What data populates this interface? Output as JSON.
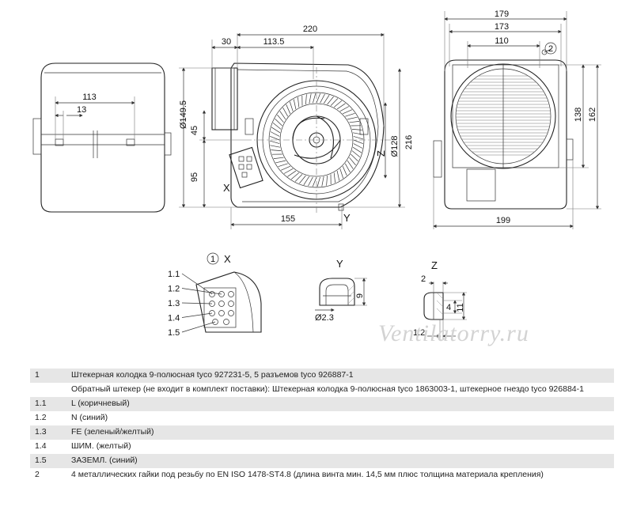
{
  "dimensions": {
    "side": {
      "d113": "113",
      "d13": "13"
    },
    "front": {
      "d30": "30",
      "d220": "220",
      "d113_5": "113.5",
      "d149_5": "Ø149.5",
      "d45": "45",
      "d95": "95",
      "d128": "Ø128",
      "d216": "216",
      "d155": "155"
    },
    "end": {
      "d179": "179",
      "d173": "173",
      "d110": "110",
      "d138": "138",
      "d162": "162",
      "d199": "199"
    },
    "details": {
      "d2_3": "Ø2.3",
      "d9": "9",
      "d2": "2",
      "d4": "4",
      "d11": "11",
      "d1_2": "1.2"
    }
  },
  "view_labels": {
    "x": "X",
    "y": "Y",
    "z": "Z",
    "x_title": "X",
    "y_title": "Y",
    "z_title": "Z"
  },
  "callouts": {
    "c1": "1",
    "c2": "2"
  },
  "pins": [
    "1.1",
    "1.2",
    "1.3",
    "1.4",
    "1.5"
  ],
  "watermark": "Ventilatorry.ru",
  "legend": [
    {
      "key": "1",
      "text": "Штекерная колодка 9-полюсная tyco 927231-5, 5 разъемов tyco 926887-1"
    },
    {
      "key": "",
      "text": "Обратный штекер (не входит в комплект поставки): Штекерная колодка 9-полюсная tyco 1863003-1, штекерное гнездо tyco 926884-1"
    },
    {
      "key": "1.1",
      "text": "L (коричневый)"
    },
    {
      "key": "1.2",
      "text": "N (синий)"
    },
    {
      "key": "1.3",
      "text": "FE (зеленый/желтый)"
    },
    {
      "key": "1.4",
      "text": "ШИМ. (желтый)"
    },
    {
      "key": "1.5",
      "text": "ЗАЗЕМЛ. (синий)"
    },
    {
      "key": "2",
      "text": "4 металлических гайки под резьбу по EN ISO 1478-ST4.8 (длина винта мин. 14,5 мм плюс толщина материала крепления)"
    }
  ]
}
